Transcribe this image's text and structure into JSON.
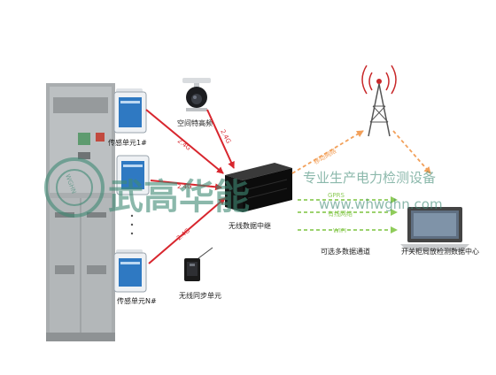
{
  "labels": {
    "sensor_first": "传感单元1#",
    "sensor_last": "传感单元N#",
    "camera": "空间特高频",
    "relay": "无线数据中继",
    "sync_unit": "无线同步单元",
    "center": "开关柜局放检测数据中心",
    "channels_caption": "可选多数据通道",
    "link_2g_1": "2.4G",
    "link_2g_2": "2.4G",
    "link_2g_3": "2.4G",
    "link_2g_4": "2.4G",
    "channel_mobile": "移动网络",
    "channel_gprs": "GPRS",
    "channel_wired": "有线网络",
    "channel_wifi": "WIFI"
  },
  "watermark": {
    "brand": "武高华能",
    "slogan": "专业生产电力检测设备",
    "url": "www.whwghn.com",
    "seal": "WGHN"
  },
  "colors": {
    "link_red": "#d8262e",
    "mobile_orange": "#f2a05a",
    "wired_green": "#8fcc5a",
    "tower_red": "#c8282a"
  }
}
